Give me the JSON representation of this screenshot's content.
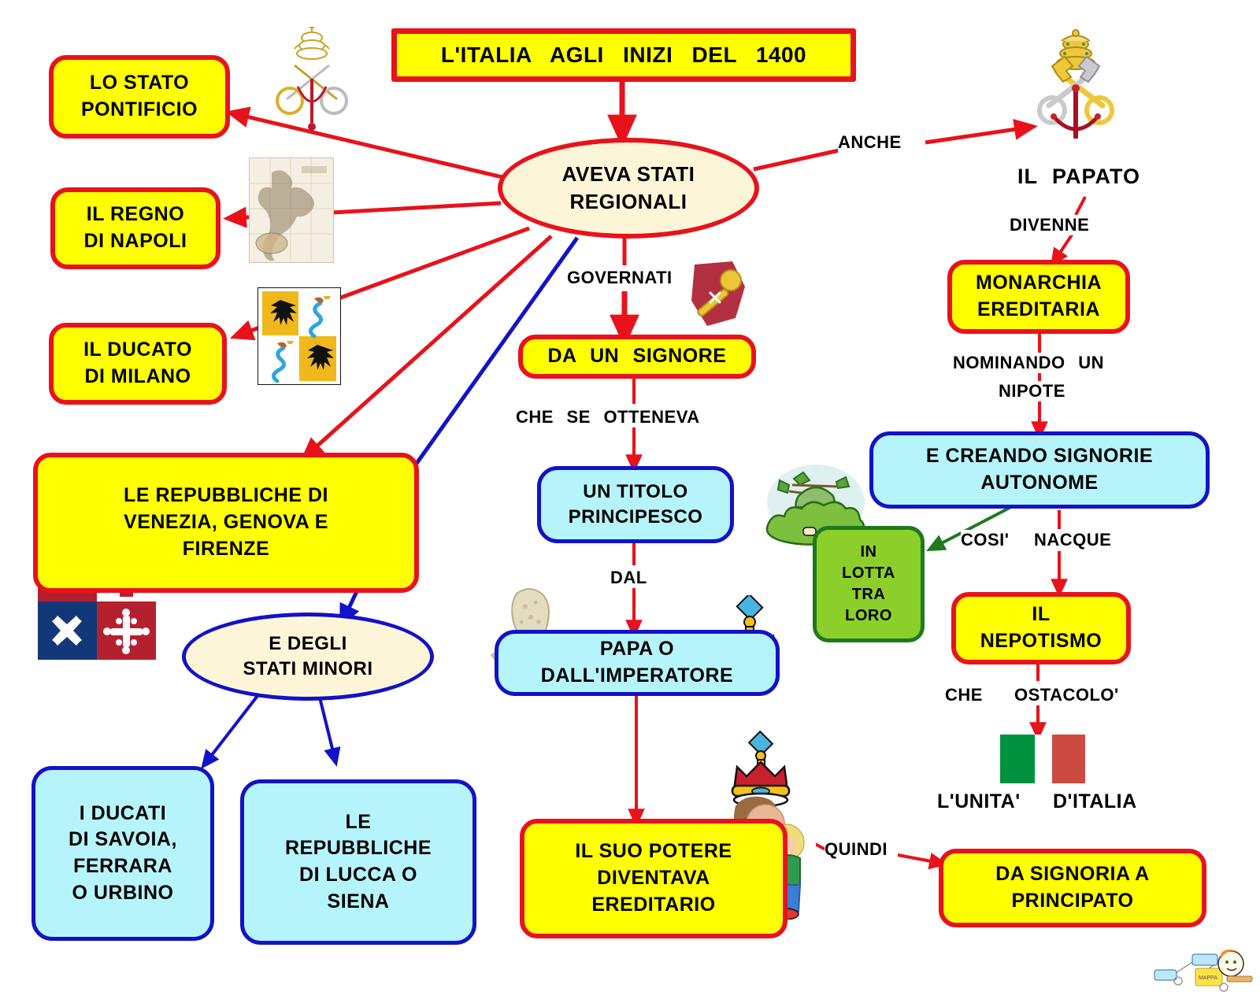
{
  "diagram": {
    "title": "L'ITALIA   AGLI   INIZI   DEL   1400",
    "root": "AVEVA   STATI REGIONALI",
    "nodes": {
      "stato_pontificio": "LO   STATO PONTIFICIO",
      "regno_napoli": "IL   REGNO DI   NAPOLI",
      "ducato_milano": "IL   DUCATO DI   MILANO",
      "repubbliche": "LE   REPUBBLICHE   DI VENEZIA,   GENOVA   E FIRENZE",
      "stati_minori": "E   DEGLI STATI   MINORI",
      "ducati": "I   DUCATI DI   SAVOIA, FERRARA O   URBINO",
      "repubbliche_minori": "LE REPUBBLICHE DI   LUCCA   O SIENA",
      "da_un_signore": "DA  UN   SIGNORE",
      "titolo_principesco": "UN   TITOLO PRINCIPESCO",
      "papa_imperatore": "PAPA  O DALL'IMPERATORE",
      "potere_ereditario": "IL  SUO   POTERE DIVENTAVA EREDITARIO",
      "il_papato": "IL   PAPATO",
      "monarchia_ereditaria": "MONARCHIA EREDITARIA",
      "signorie_autonome": "E   CREANDO   SIGNORIE AUTONOME",
      "in_lotta": "IN LOTTA TRA LORO",
      "il_nepotismo": "IL NEPOTISMO",
      "da_signoria": "DA   SIGNORIA   A PRINCIPATO"
    },
    "node_lines": {
      "stato_pontificio": [
        "LO   STATO",
        "PONTIFICIO"
      ],
      "regno_napoli": [
        "IL   REGNO",
        "DI   NAPOLI"
      ],
      "ducato_milano": [
        "IL   DUCATO",
        "DI   MILANO"
      ],
      "repubbliche": [
        "LE   REPUBBLICHE   DI",
        "VENEZIA,   GENOVA   E",
        "FIRENZE"
      ],
      "root": [
        "AVEVA   STATI",
        "REGIONALI"
      ],
      "stati_minori": [
        "E   DEGLI",
        "STATI   MINORI"
      ],
      "ducati": [
        "I   DUCATI",
        "DI   SAVOIA,",
        "FERRARA",
        "O   URBINO"
      ],
      "repubbliche_minori": [
        "LE",
        "REPUBBLICHE",
        "DI   LUCCA   O",
        "SIENA"
      ],
      "titolo_principesco": [
        "UN   TITOLO",
        "PRINCIPESCO"
      ],
      "papa_imperatore": [
        "PAPA   O",
        "DALL'IMPERATORE"
      ],
      "potere_ereditario": [
        "IL  SUO   POTERE",
        "DIVENTAVA",
        "EREDITARIO"
      ],
      "monarchia_ereditaria": [
        "MONARCHIA",
        "EREDITARIA"
      ],
      "signorie_autonome": [
        "E   CREANDO   SIGNORIE",
        "AUTONOME"
      ],
      "in_lotta": [
        "IN",
        "LOTTA",
        "TRA",
        "LORO"
      ],
      "il_nepotismo": [
        "IL",
        "NEPOTISMO"
      ],
      "da_signoria": [
        "DA   SIGNORIA   A",
        "PRINCIPATO"
      ]
    },
    "link_labels": {
      "anche": "ANCHE",
      "governati": "GOVERNATI",
      "che_se_otteneva": "CHE  SE   OTTENEVA",
      "dal": "DAL",
      "quindi": "QUINDI",
      "divenne": "DIVENNE",
      "nominando_un": "NOMINANDO   UN",
      "nipote": "NIPOTE",
      "cosi": "COSI'",
      "nacque": "NACQUE",
      "che_ostacolo": "CHE",
      "ostacolo": "OSTACOLO'"
    },
    "flag_caption": {
      "unita": "L'UNITA'",
      "ditalia": "D'ITALIA"
    },
    "images": {
      "papal_keys_left": "papal-keys-emblem",
      "papal_keys_right": "papal-keys-emblem-color",
      "naples_map": "antique-map-of-southern-italy",
      "milan_arms": "visconti-coat-of-arms",
      "maritime_flag": "italian-navy-four-republics-flag",
      "signore_baton": "red-shield-with-golden-scepter",
      "mitre": "papal-mitre",
      "crown_papa": "royal-crown",
      "soldier_bush": "soldier-hiding-in-bushes",
      "crowned_mother_child": "crowned-mother-with-child",
      "italian_flag": "italian-tricolour-flag",
      "watermark": "concept-map-character-watermark"
    },
    "colors": {
      "red": "#e8121a",
      "blue": "#1212c8",
      "green": "#1e7a1e",
      "yellow": "#ffff00",
      "cyan": "#b6f4fc",
      "cream": "#fcf5d8",
      "green_fill": "#8ccf2a",
      "flag_green": "#00923f",
      "flag_red": "#cd4a42"
    }
  }
}
